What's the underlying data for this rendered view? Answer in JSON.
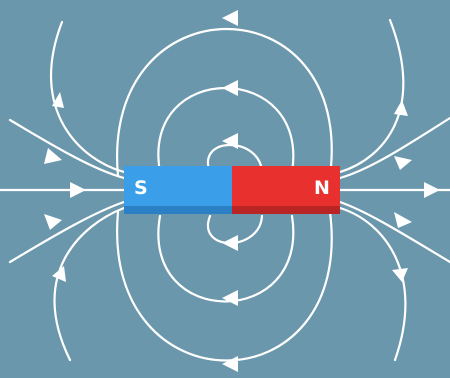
{
  "diagram": {
    "background_color": "#6a97ab",
    "line_color": "#ffffff",
    "magnet": {
      "south": {
        "label": "S",
        "color": "#3a9fe8",
        "shade": "#2b7fc4"
      },
      "north": {
        "label": "N",
        "color": "#e8302f",
        "shade": "#b82524"
      }
    },
    "field_lines": {
      "closed_loops_above": 3,
      "closed_loops_below": 3,
      "open_lines_per_pole": 5
    }
  }
}
